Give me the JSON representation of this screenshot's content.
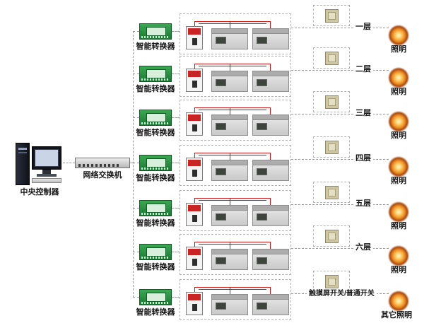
{
  "diagram": {
    "controller": {
      "label": "中央控制器",
      "icon": "desktop-computer-icon"
    },
    "network_switch": {
      "label": "网络交换机",
      "icon": "network-switch-icon"
    },
    "rows": [
      {
        "converter": "智能转换器",
        "zone": "一层",
        "light": "照明"
      },
      {
        "converter": "智能转换器",
        "zone": "二层",
        "light": "照明"
      },
      {
        "converter": "智能转换器",
        "zone": "三层",
        "light": "照明"
      },
      {
        "converter": "智能转换器",
        "zone": "四层",
        "light": "照明"
      },
      {
        "converter": "智能转换器",
        "zone": "五层",
        "light": "照明"
      },
      {
        "converter": "智能转换器",
        "zone": "六层",
        "light": "照明"
      },
      {
        "converter": "智能转换器",
        "zone": "触摸屏开关/普通开关",
        "light": "其它照明"
      }
    ],
    "icons": {
      "converter": "smart-converter-board-icon",
      "breaker": "circuit-breaker-icon",
      "module": "relay-module-icon",
      "wall_switch": "wall-switch-panel-icon",
      "lamp": "lighting-glow-icon"
    },
    "colors": {
      "wire_red": "#cc1414",
      "dash_gray": "#9a9a9a",
      "board_green": "#2a9644",
      "lamp_orange": "#ef9122",
      "panel_beige": "#cfc6a4"
    }
  }
}
